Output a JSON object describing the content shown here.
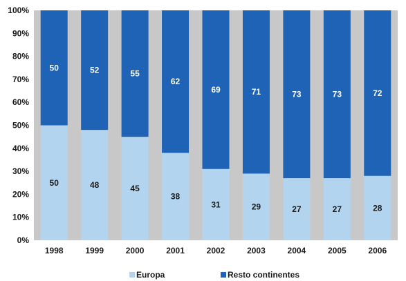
{
  "chart_data": {
    "type": "bar",
    "stacked": true,
    "percent_stacked": true,
    "title": "",
    "xlabel": "",
    "ylabel": "",
    "categories": [
      "1998",
      "1999",
      "2000",
      "2001",
      "2002",
      "2003",
      "2004",
      "2005",
      "2006"
    ],
    "series": [
      {
        "name": "Europa",
        "values": [
          50,
          48,
          45,
          38,
          31,
          29,
          27,
          27,
          28
        ],
        "color": "#b3d4ee",
        "label_color": "#1a1a1a"
      },
      {
        "name": "Resto continentes",
        "values": [
          50,
          52,
          55,
          62,
          69,
          71,
          73,
          73,
          72
        ],
        "color": "#1e63b6",
        "label_color": "#ffffff"
      }
    ],
    "y_ticks": [
      "0%",
      "10%",
      "20%",
      "30%",
      "40%",
      "50%",
      "60%",
      "70%",
      "80%",
      "90%",
      "100%"
    ],
    "ylim": [
      0,
      100
    ],
    "plot_background": "#c8c8c8",
    "grid": false,
    "legend_position": "bottom"
  }
}
